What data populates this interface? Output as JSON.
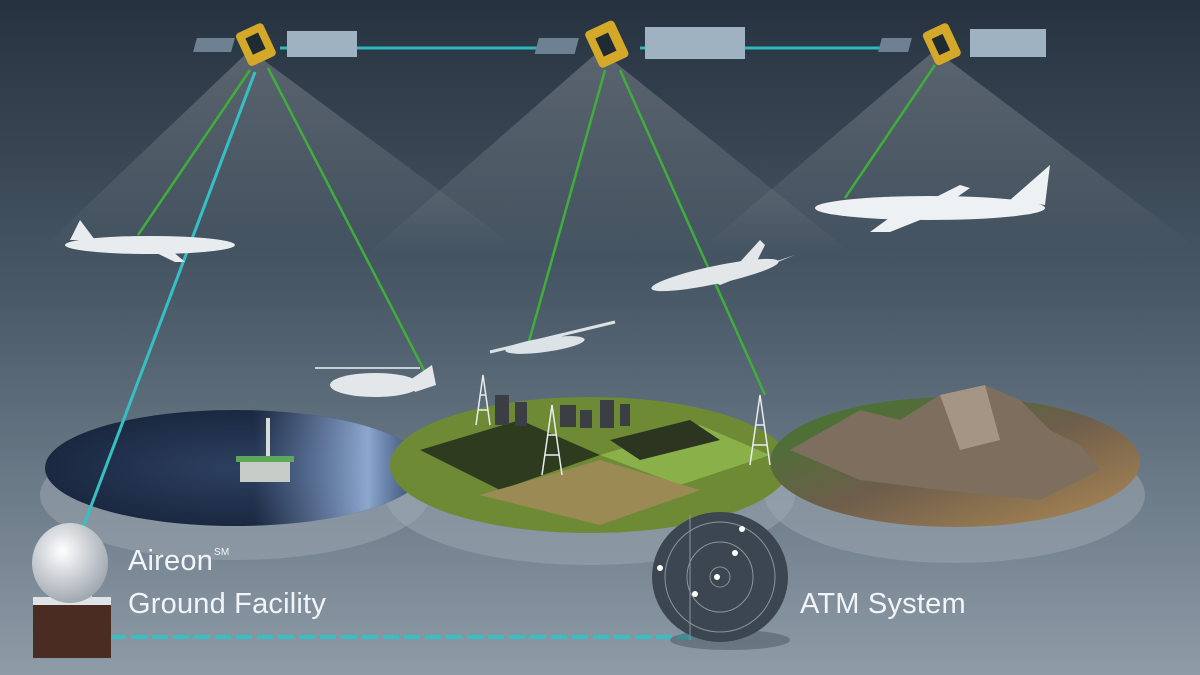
{
  "labels": {
    "ground_facility_brand": "Aireon",
    "ground_facility_mark": "SM",
    "ground_facility_name": "Ground Facility",
    "atm_system": "ATM System"
  },
  "colors": {
    "background_top": "#26323f",
    "background_bottom": "#8e9ca8",
    "crosslink": "#2fb8c0",
    "downlink": "#3fae3a",
    "ground_link": "#36c0c4"
  }
}
